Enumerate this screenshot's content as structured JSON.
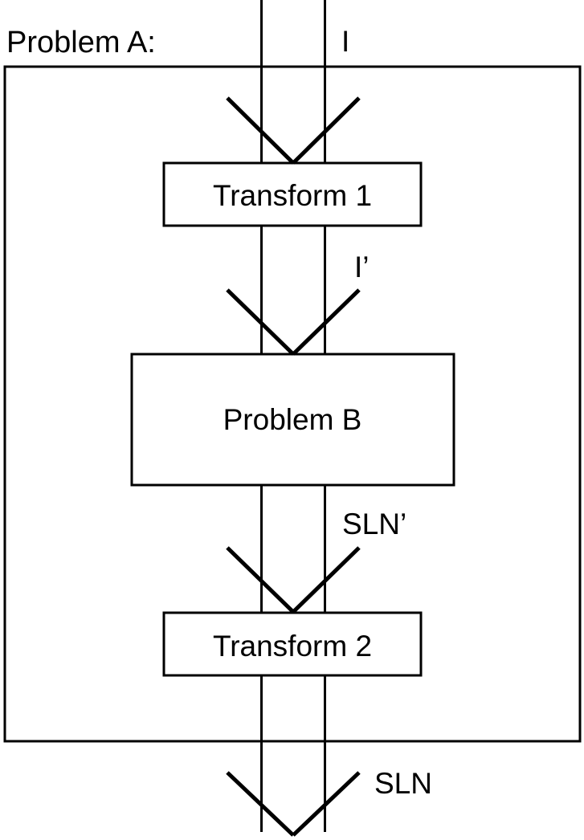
{
  "diagram": {
    "title": "Problem A:",
    "outer_label": "Problem A:",
    "boxes": [
      {
        "id": "transform-1",
        "label": "Transform 1"
      },
      {
        "id": "problem-b",
        "label": "Problem B"
      },
      {
        "id": "transform-2",
        "label": "Transform 2"
      }
    ],
    "flow_labels": [
      {
        "id": "input-i",
        "label": "I"
      },
      {
        "id": "input-i-prime",
        "label": "I’"
      },
      {
        "id": "output-sln-prime",
        "label": "SLN’"
      },
      {
        "id": "output-sln",
        "label": "SLN"
      }
    ],
    "colors": {
      "stroke": "#000000",
      "background": "#ffffff",
      "text": "#000000"
    }
  }
}
